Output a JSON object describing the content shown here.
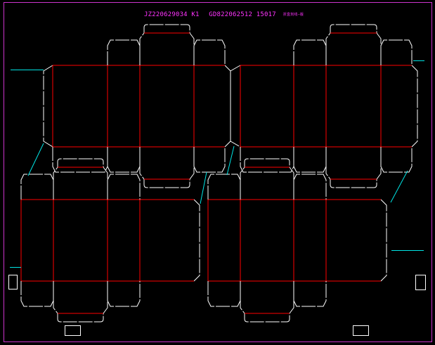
{
  "header": {
    "part1": "JZ220629034 K1",
    "part2": "GD822062512 15017",
    "part3": "折盒刻线—版"
  },
  "colors": {
    "background": "#000000",
    "cut_line": "#ffffff",
    "crease_line": "#ff0000",
    "guide_line": "#00e5e5",
    "frame": "#cc33cc",
    "title": "#ff33ff"
  },
  "icons": [
    "die-cut-carton-blank",
    "registration-mark"
  ]
}
